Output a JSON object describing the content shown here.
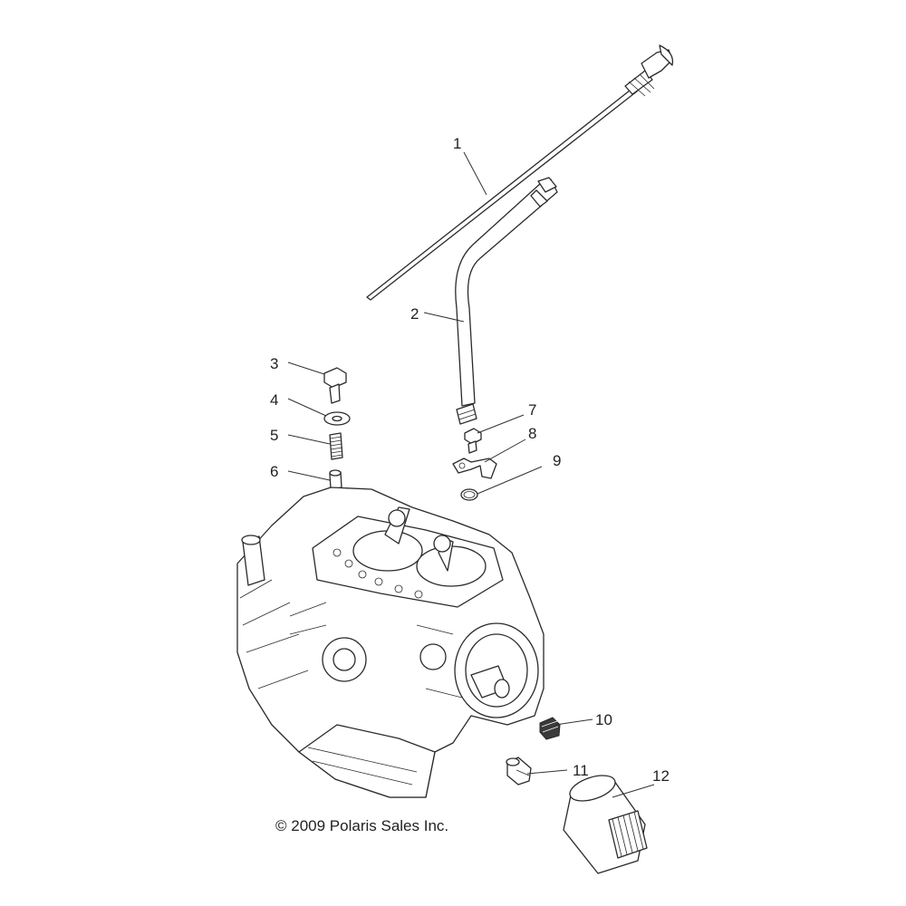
{
  "diagram": {
    "callouts": [
      "1",
      "2",
      "3",
      "4",
      "5",
      "6",
      "7",
      "8",
      "9",
      "10",
      "11",
      "12"
    ],
    "copyright": "© 2009 Polaris Sales Inc."
  },
  "colors": {
    "line": "#2a2a2a",
    "background": "#ffffff"
  }
}
